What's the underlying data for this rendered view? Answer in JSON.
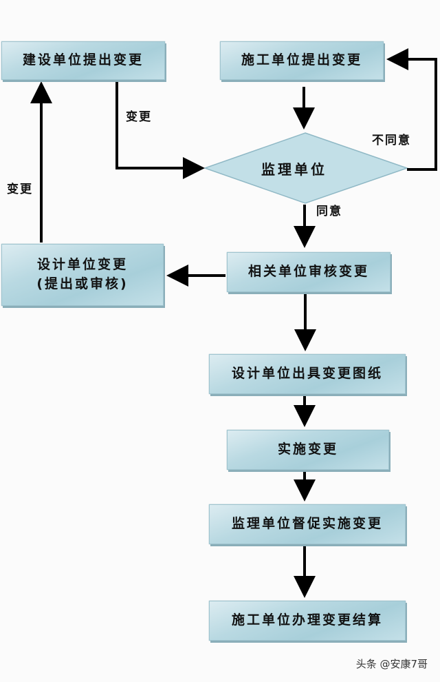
{
  "nodes": {
    "owner_proposes": "建设单位提出变更",
    "contractor_proposes": "施工单位提出变更",
    "supervisor": "监理单位",
    "related_review": "相关单位审核变更",
    "design_change_line1": "设计单位变更",
    "design_change_line2": "(提出或审核)",
    "design_drawings": "设计单位出具变更图纸",
    "implement": "实施变更",
    "supervise_implement": "监理单位督促实施变更",
    "settlement": "施工单位办理变更结算"
  },
  "edge_labels": {
    "owner_to_supervisor": "变更",
    "design_to_owner": "变更",
    "disagree": "不同意",
    "agree": "同意"
  },
  "watermark": "头条 @安康7哥",
  "colors": {
    "box_fill": "#b9d9e2",
    "arrow": "#000000"
  }
}
